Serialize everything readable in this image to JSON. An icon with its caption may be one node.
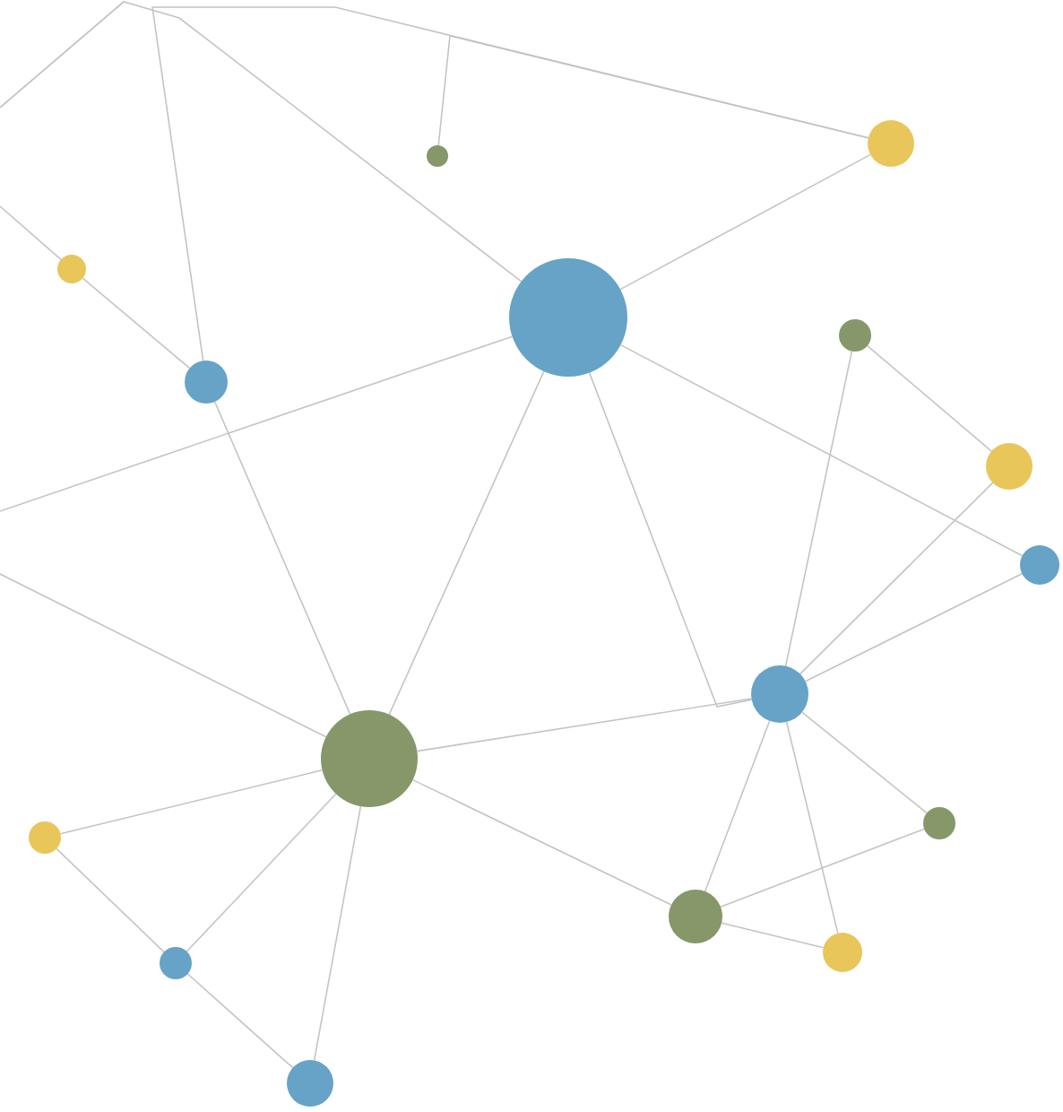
{
  "diagram": {
    "nodes": [
      {
        "text": [],
        "shape": "circle"
      },
      {
        "text": [],
        "shape": "circle"
      },
      {
        "text": [],
        "shape": "circle"
      },
      {
        "text": [],
        "shape": "circle"
      },
      {
        "text": [],
        "shape": "circle"
      },
      {
        "text": [],
        "shape": "circle"
      },
      {
        "text": [],
        "shape": "circle"
      },
      {
        "text": [],
        "shape": "circle"
      },
      {
        "text": [],
        "shape": "circle"
      },
      {
        "text": [],
        "shape": "circle"
      },
      {
        "text": [],
        "shape": "circle"
      },
      {
        "text": [],
        "shape": "circle"
      },
      {
        "text": [],
        "shape": "circle"
      },
      {
        "text": [],
        "shape": "circle"
      },
      {
        "text": [],
        "shape": "circle"
      },
      {
        "text": [],
        "shape": "circle"
      }
    ],
    "edges": [
      {
        "from": 1,
        "to": 3,
        "arrow": "none"
      },
      {
        "from": 5,
        "to": 1,
        "arrow": "none"
      },
      {
        "from": 0,
        "to": 1,
        "arrow": "none"
      },
      {
        "from": 3,
        "to": null,
        "arrow": "none"
      },
      {
        "from": null,
        "to": 2,
        "arrow": "none"
      },
      {
        "from": 2,
        "to": 5,
        "arrow": "none"
      },
      {
        "from": 5,
        "to": 9,
        "arrow": "none"
      },
      {
        "from": 3,
        "to": 9,
        "arrow": "none"
      },
      {
        "from": 3,
        "to": null,
        "arrow": "none"
      },
      {
        "from": 9,
        "to": null,
        "arrow": "none"
      },
      {
        "from": 3,
        "to": 8,
        "arrow": "none"
      },
      {
        "from": 3,
        "to": 7,
        "arrow": "none"
      },
      {
        "from": 9,
        "to": 8,
        "arrow": "none"
      },
      {
        "from": 8,
        "to": 4,
        "arrow": "none"
      },
      {
        "from": 8,
        "to": 6,
        "arrow": "none"
      },
      {
        "from": 8,
        "to": 7,
        "arrow": "none"
      },
      {
        "from": 8,
        "to": 11,
        "arrow": "none"
      },
      {
        "from": 8,
        "to": 12,
        "arrow": "none"
      },
      {
        "from": 8,
        "to": 13,
        "arrow": "none"
      },
      {
        "from": 4,
        "to": 6,
        "arrow": "none"
      },
      {
        "from": 12,
        "to": 11,
        "arrow": "none"
      },
      {
        "from": 12,
        "to": 13,
        "arrow": "none"
      },
      {
        "from": 9,
        "to": 12,
        "arrow": "none"
      },
      {
        "from": 9,
        "to": 10,
        "arrow": "none"
      },
      {
        "from": 9,
        "to": 14,
        "arrow": "none"
      },
      {
        "from": 9,
        "to": 15,
        "arrow": "none"
      },
      {
        "from": 10,
        "to": 14,
        "arrow": "none"
      },
      {
        "from": 14,
        "to": 15,
        "arrow": "none"
      }
    ]
  }
}
